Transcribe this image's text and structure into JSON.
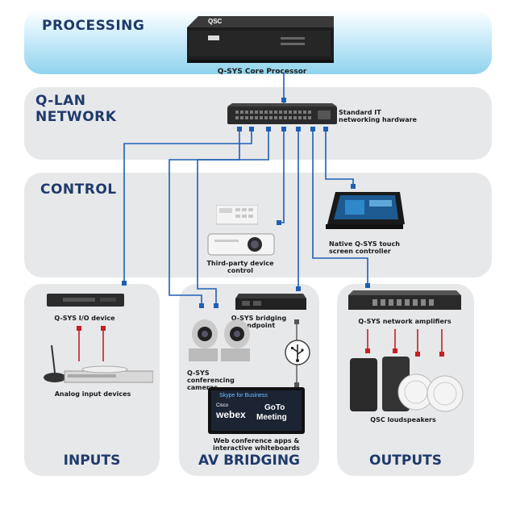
{
  "sections": {
    "processing": "PROCESSING",
    "qlan": "Q-LAN\nNETWORK",
    "control": "CONTROL",
    "inputs": "INPUTS",
    "av_bridging": "AV BRIDGING",
    "outputs": "OUTPUTS"
  },
  "devices": {
    "core": "Q-SYS Core Processor",
    "switch": "Standard IT\nnetworking hardware",
    "third_party": "Third-party device\ncontrol",
    "touch": "Native Q-SYS touch\nscreen controller",
    "io": "Q-SYS I/O device",
    "analog": "Analog input devices",
    "bridging": "Q-SYS bridging\nendpoint",
    "cameras": "Q-SYS conferencing\ncameras",
    "web_apps": "Web conference apps &\ninteractive whiteboards",
    "amps": "Q-SYS network amplifiers",
    "speakers": "QSC loudspeakers"
  },
  "logos": {
    "skype": "Skype for Business",
    "cisco": "Cisco",
    "webex": "webex",
    "goto1": "GoTo",
    "goto2": "Meeting",
    "qsc": "QSC"
  },
  "colors": {
    "processing_band": "#8fd3ee",
    "gray_band": "#e7e8ea",
    "network_line": "#1f5fb4",
    "audio_line": "#c42024",
    "title": "#1f3a6b"
  },
  "icons": [
    "usb-icon"
  ]
}
